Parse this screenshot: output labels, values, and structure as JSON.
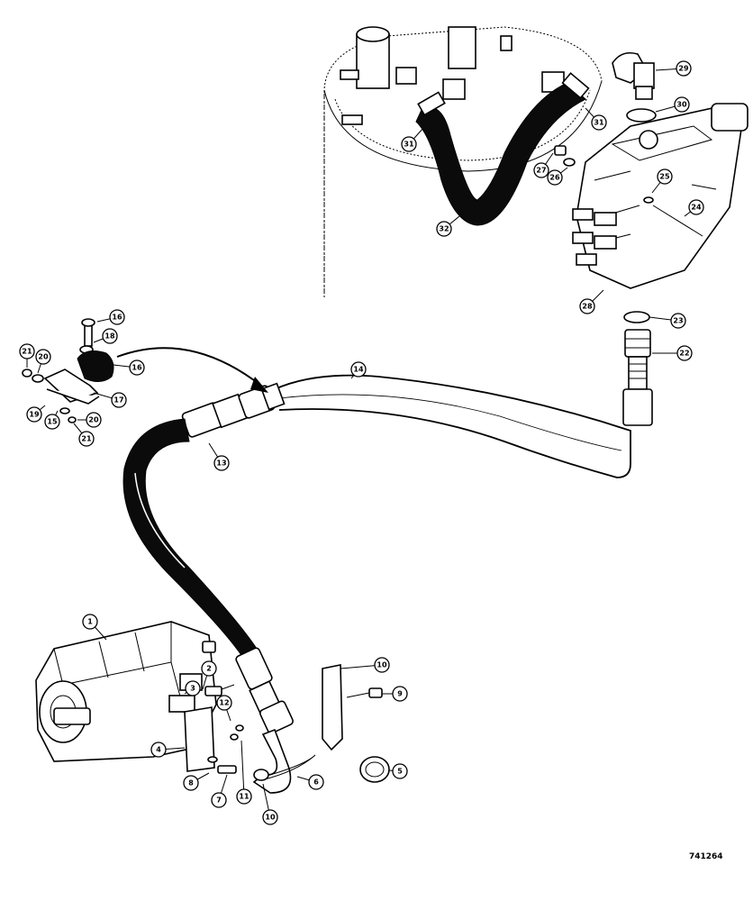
{
  "figure_number": "741264",
  "callouts": [
    {
      "label": "1"
    },
    {
      "label": "2"
    },
    {
      "label": "3"
    },
    {
      "label": "4"
    },
    {
      "label": "5"
    },
    {
      "label": "6"
    },
    {
      "label": "7"
    },
    {
      "label": "8"
    },
    {
      "label": "9"
    },
    {
      "label": "10"
    },
    {
      "label": "10"
    },
    {
      "label": "11"
    },
    {
      "label": "12"
    },
    {
      "label": "13"
    },
    {
      "label": "14"
    },
    {
      "label": "15"
    },
    {
      "label": "16"
    },
    {
      "label": "16"
    },
    {
      "label": "17"
    },
    {
      "label": "18"
    },
    {
      "label": "19"
    },
    {
      "label": "20"
    },
    {
      "label": "20"
    },
    {
      "label": "21"
    },
    {
      "label": "21"
    },
    {
      "label": "22"
    },
    {
      "label": "23"
    },
    {
      "label": "24"
    },
    {
      "label": "25"
    },
    {
      "label": "26"
    },
    {
      "label": "27"
    },
    {
      "label": "28"
    },
    {
      "label": "29"
    },
    {
      "label": "30"
    },
    {
      "label": "31"
    },
    {
      "label": "31"
    },
    {
      "label": "32"
    }
  ]
}
